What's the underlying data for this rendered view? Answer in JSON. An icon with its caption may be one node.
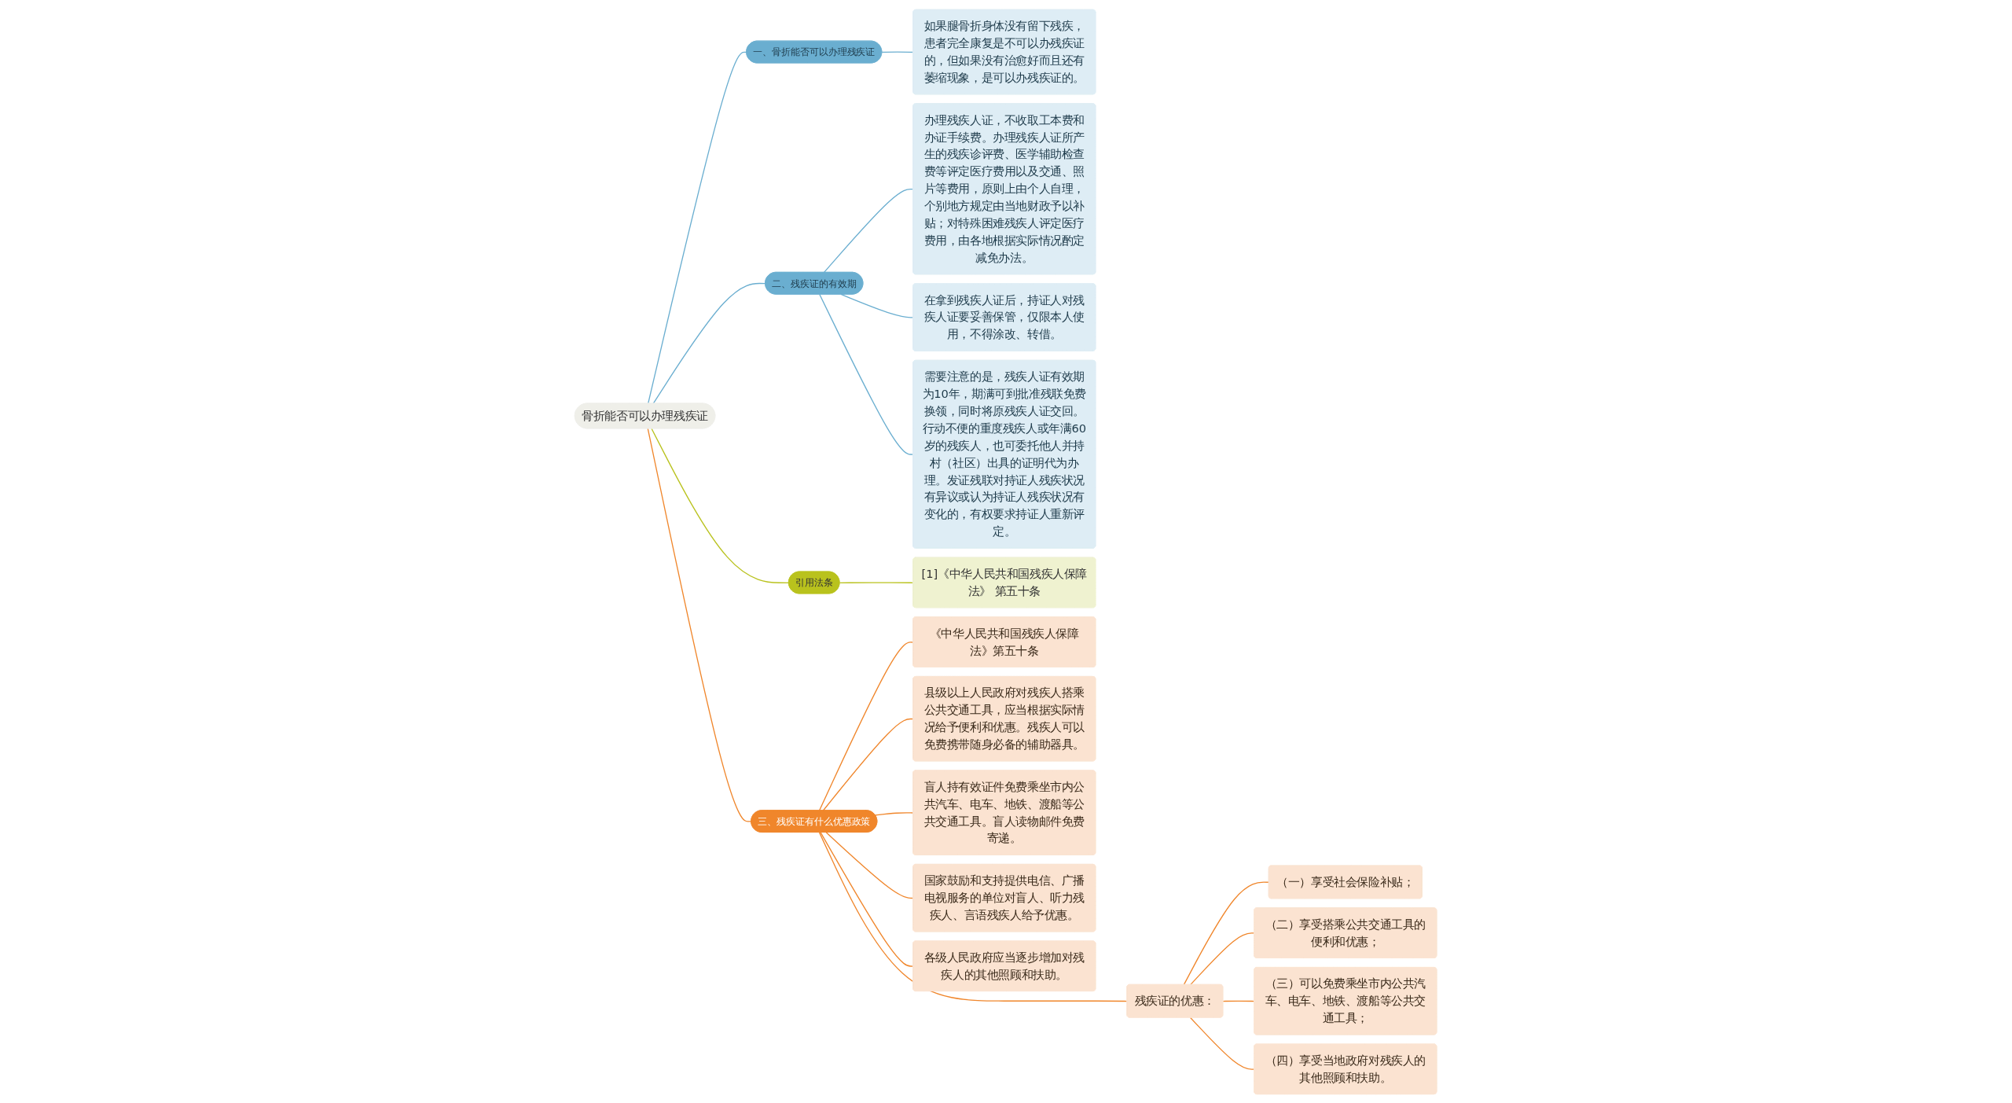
{
  "diagram": {
    "nodes": [
      {
        "text": [
          "骨折能否可以办理残疾证"
        ]
      },
      {
        "text": [
          "一、骨折能否可以办理残疾证"
        ]
      },
      {
        "text": [
          "如果腿骨折身体没有留下残疾，患者完全康复是不可以办残疾证的，但如果没有治愈好而且还有萎缩现象，是可以办残疾证的。"
        ]
      },
      {
        "text": [
          "二、残疾证的有效期"
        ]
      },
      {
        "text": [
          "办理残疾人证，不收取工本费和办证手续费。办理残疾人证所产生的残疾诊评费、医学辅助检查费等评定医疗费用以及交通、照片等费用，原则上由个人自理，个别地方规定由当地财政予以补贴；对特殊困难残疾人评定医疗费用，由各地根据实际情况酌定减免办法。"
        ]
      },
      {
        "text": [
          "在拿到残疾人证后，持证人对残疾人证要妥善保管，仅限本人使用，不得涂改、转借。"
        ]
      },
      {
        "text": [
          "需要注意的是，残疾人证有效期为10年，期满可到批准残联免费换领，同时将原残疾人证交回。行动不便的重度残疾人或年满60岁的残疾人，也可委托他人并持村（社区）出具的证明代为办理。发证残联对持证人残疾状况有异议或认为持证人残疾状况有变化的，有权要求持证人重新评定。"
        ]
      },
      {
        "text": [
          "引用法条"
        ]
      },
      {
        "text": [
          "[1]《中华人民共和国残疾人保障法》 第五十条"
        ]
      },
      {
        "text": [
          "三、残疾证有什么优惠政策"
        ]
      },
      {
        "text": [
          "残疾证的优惠："
        ]
      },
      {
        "text": [
          "（一）享受社会保险补贴；"
        ]
      },
      {
        "text": [
          "（二）享受搭乘公共交通工具的便利和优惠；"
        ]
      },
      {
        "text": [
          "（三）可以免费乘坐市内公共汽车、电车、地铁、渡船等公共交通工具；"
        ]
      },
      {
        "text": [
          "（四）享受当地政府对残疾人的其他照顾和扶助。"
        ]
      },
      {
        "text": [
          "《中华人民共和国残疾人保障法》第五十条"
        ]
      },
      {
        "text": [
          "县级以上人民政府对残疾人搭乘公共交通工具，应当根据实际情况给予便利和优惠。残疾人可以免费携带随身必备的辅助器具。"
        ]
      },
      {
        "text": [
          "盲人持有效证件免费乘坐市内公共汽车、电车、地铁、渡船等公共交通工具。盲人读物邮件免费寄递。"
        ]
      },
      {
        "text": [
          "国家鼓励和支持提供电信、广播电视服务的单位对盲人、听力残疾人、言语残疾人给予优惠。"
        ]
      },
      {
        "text": [
          "各级人民政府应当逐步增加对残疾人的其他照顾和扶助。"
        ]
      }
    ],
    "edges": [
      {
        "from": 0,
        "to": 1,
        "arrow": "none",
        "color": "#6aaed0"
      },
      {
        "from": 1,
        "to": 2,
        "arrow": "none",
        "color": "#6aaed0"
      },
      {
        "from": 0,
        "to": 3,
        "arrow": "none",
        "color": "#6aaed0"
      },
      {
        "from": 3,
        "to": 4,
        "arrow": "none",
        "color": "#6aaed0"
      },
      {
        "from": 3,
        "to": 5,
        "arrow": "none",
        "color": "#6aaed0"
      },
      {
        "from": 3,
        "to": 6,
        "arrow": "none",
        "color": "#6aaed0"
      },
      {
        "from": 0,
        "to": 7,
        "arrow": "none",
        "color": "#b9c21d"
      },
      {
        "from": 7,
        "to": 8,
        "arrow": "none",
        "color": "#b9c21d"
      },
      {
        "from": 0,
        "to": 9,
        "arrow": "none"
      },
      {
        "from": 9,
        "to": 10,
        "arrow": "none"
      },
      {
        "from": 10,
        "to": 11,
        "arrow": "none"
      },
      {
        "from": 10,
        "to": 12,
        "arrow": "none"
      },
      {
        "from": 10,
        "to": 13,
        "arrow": "none"
      },
      {
        "from": 10,
        "to": 14,
        "arrow": "none"
      },
      {
        "from": 9,
        "to": 15,
        "arrow": "none"
      },
      {
        "from": 9,
        "to": 16,
        "arrow": "none"
      },
      {
        "from": 9,
        "to": 17,
        "arrow": "none"
      },
      {
        "from": 9,
        "to": 18,
        "arrow": "none"
      },
      {
        "from": 9,
        "to": 19,
        "arrow": "none"
      }
    ]
  }
}
